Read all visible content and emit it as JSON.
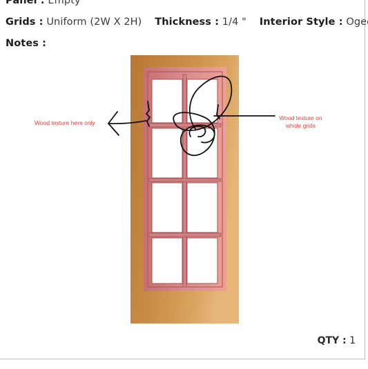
{
  "header": {
    "panel_label": "Panel :",
    "panel_value": "Empty",
    "grids_label": "Grids :",
    "grids_value": "Uniform (2W X 2H)",
    "thickness_label": "Thickness :",
    "thickness_value": "1/4 \"",
    "interior_label": "Interior Style :",
    "interior_value": "Ogee"
  },
  "notes": {
    "label": "Notes :",
    "annotation_left": "Wood texture here only",
    "annotation_right_line1": "Wood texture on",
    "annotation_right_line2": "whole grids"
  },
  "footer": {
    "qty_label": "QTY :",
    "qty_value": "1"
  },
  "colors": {
    "wood_light": "#e0ae6c",
    "wood_dark": "#b87734",
    "frame_pink": "#cf7f80",
    "annotation_red": "#e2423b"
  }
}
